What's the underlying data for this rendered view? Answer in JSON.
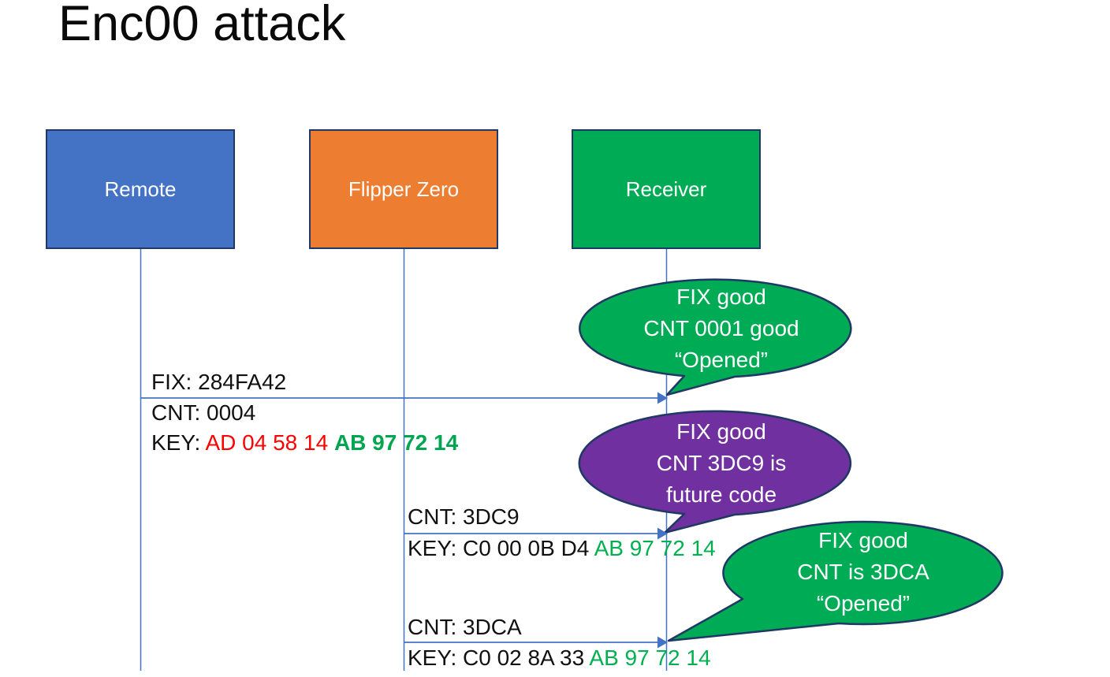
{
  "title": "Enc00 attack",
  "actors": [
    {
      "label": "Remote",
      "color": "#4472C4"
    },
    {
      "label": "Flipper Zero",
      "color": "#ED7D31"
    },
    {
      "label": "Receiver",
      "color": "#00AB55"
    }
  ],
  "messages": [
    {
      "from": "Remote",
      "to": "Receiver",
      "fix_label": "FIX: 284FA42",
      "cnt_label": "CNT: 0004",
      "key_prefix": "KEY: ",
      "key_red": "AD 04 58 14 ",
      "key_green": "AB 97 72 14"
    },
    {
      "from": "Flipper Zero",
      "to": "Receiver",
      "cnt_label": "CNT: 3DC9",
      "key_black": "KEY: C0 00 0B D4 ",
      "key_green": "AB 97 72 14"
    },
    {
      "from": "Flipper Zero",
      "to": "Receiver",
      "cnt_label": "CNT: 3DCA",
      "key_black": "KEY: C0 02 8A 33 ",
      "key_green": "AB 97 72 14"
    }
  ],
  "callouts": [
    {
      "color": "#00AB55",
      "line1": "FIX good",
      "line2": "CNT 0001 good",
      "line3": "“Opened”"
    },
    {
      "color": "#7030A0",
      "line1": "FIX good",
      "line2": "CNT 3DC9 is",
      "line3": "future code"
    },
    {
      "color": "#00AB55",
      "line1": "FIX good",
      "line2": "CNT is 3DCA",
      "line3": "“Opened”"
    }
  ],
  "colors": {
    "remote_box": "#4472C4",
    "flipper_box": "#ED7D31",
    "receiver_box": "#00AB55",
    "shape_border": "#1F3864",
    "connector_blue": "#4472C4",
    "purple_callout": "#7030A0",
    "key_red_text": "#FF0000",
    "key_green_text": "#00B050"
  }
}
